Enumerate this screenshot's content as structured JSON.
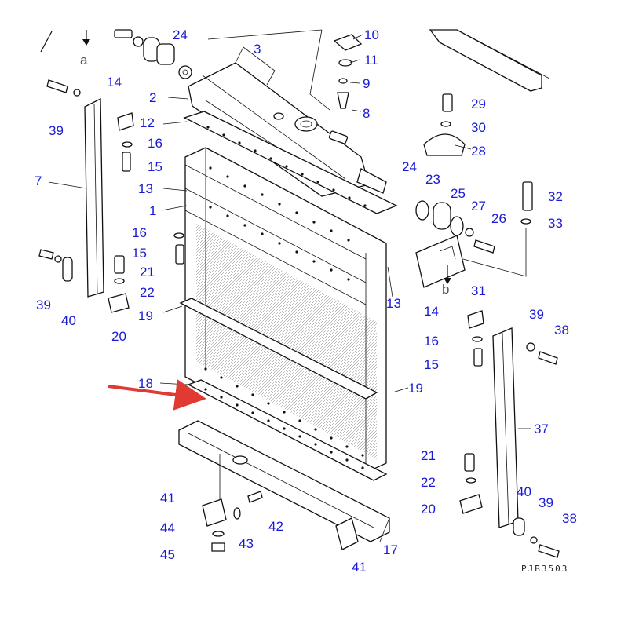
{
  "diagram": {
    "reference_code": "PJB3503",
    "view_markers": [
      {
        "id": "a",
        "label": "a"
      },
      {
        "id": "b",
        "label": "b"
      }
    ],
    "callouts": [
      {
        "id": "c24a",
        "label": "24"
      },
      {
        "id": "c3",
        "label": "3"
      },
      {
        "id": "c10",
        "label": "10"
      },
      {
        "id": "c11",
        "label": "11"
      },
      {
        "id": "c9",
        "label": "9"
      },
      {
        "id": "c8",
        "label": "8"
      },
      {
        "id": "c2",
        "label": "2"
      },
      {
        "id": "c14a",
        "label": "14"
      },
      {
        "id": "c12",
        "label": "12"
      },
      {
        "id": "c16a",
        "label": "16"
      },
      {
        "id": "c15a",
        "label": "15"
      },
      {
        "id": "c39a",
        "label": "39"
      },
      {
        "id": "c7a",
        "label": "7"
      },
      {
        "id": "c13a",
        "label": "13"
      },
      {
        "id": "c1",
        "label": "1"
      },
      {
        "id": "c16b",
        "label": "16"
      },
      {
        "id": "c15b",
        "label": "15"
      },
      {
        "id": "c21a",
        "label": "21"
      },
      {
        "id": "c22a",
        "label": "22"
      },
      {
        "id": "c39b",
        "label": "39"
      },
      {
        "id": "c40a",
        "label": "40"
      },
      {
        "id": "c20a",
        "label": "20"
      },
      {
        "id": "c19a",
        "label": "19"
      },
      {
        "id": "c13b",
        "label": "13"
      },
      {
        "id": "c29",
        "label": "29"
      },
      {
        "id": "c30",
        "label": "30"
      },
      {
        "id": "c28",
        "label": "28"
      },
      {
        "id": "c24b",
        "label": "24"
      },
      {
        "id": "c23",
        "label": "23"
      },
      {
        "id": "c25",
        "label": "25"
      },
      {
        "id": "c27",
        "label": "27"
      },
      {
        "id": "c26",
        "label": "26"
      },
      {
        "id": "c32",
        "label": "32"
      },
      {
        "id": "c33",
        "label": "33"
      },
      {
        "id": "c31",
        "label": "31"
      },
      {
        "id": "c14b",
        "label": "14"
      },
      {
        "id": "c39c",
        "label": "39"
      },
      {
        "id": "c38a",
        "label": "38"
      },
      {
        "id": "c16c",
        "label": "16"
      },
      {
        "id": "c15c",
        "label": "15"
      },
      {
        "id": "c18",
        "label": "18"
      },
      {
        "id": "c19b",
        "label": "19"
      },
      {
        "id": "c37",
        "label": "37"
      },
      {
        "id": "c21b",
        "label": "21"
      },
      {
        "id": "c22b",
        "label": "22"
      },
      {
        "id": "c20b",
        "label": "20"
      },
      {
        "id": "c40b",
        "label": "40"
      },
      {
        "id": "c39d",
        "label": "39"
      },
      {
        "id": "c38b",
        "label": "38"
      },
      {
        "id": "c41a",
        "label": "41"
      },
      {
        "id": "c42",
        "label": "42"
      },
      {
        "id": "c44",
        "label": "44"
      },
      {
        "id": "c43",
        "label": "43"
      },
      {
        "id": "c45",
        "label": "45"
      },
      {
        "id": "c17",
        "label": "17"
      },
      {
        "id": "c41b",
        "label": "41"
      }
    ],
    "colors": {
      "callout_text": "#1a1ad6",
      "pointer_arrow": "#e03a32",
      "line_art": "#111111"
    }
  }
}
